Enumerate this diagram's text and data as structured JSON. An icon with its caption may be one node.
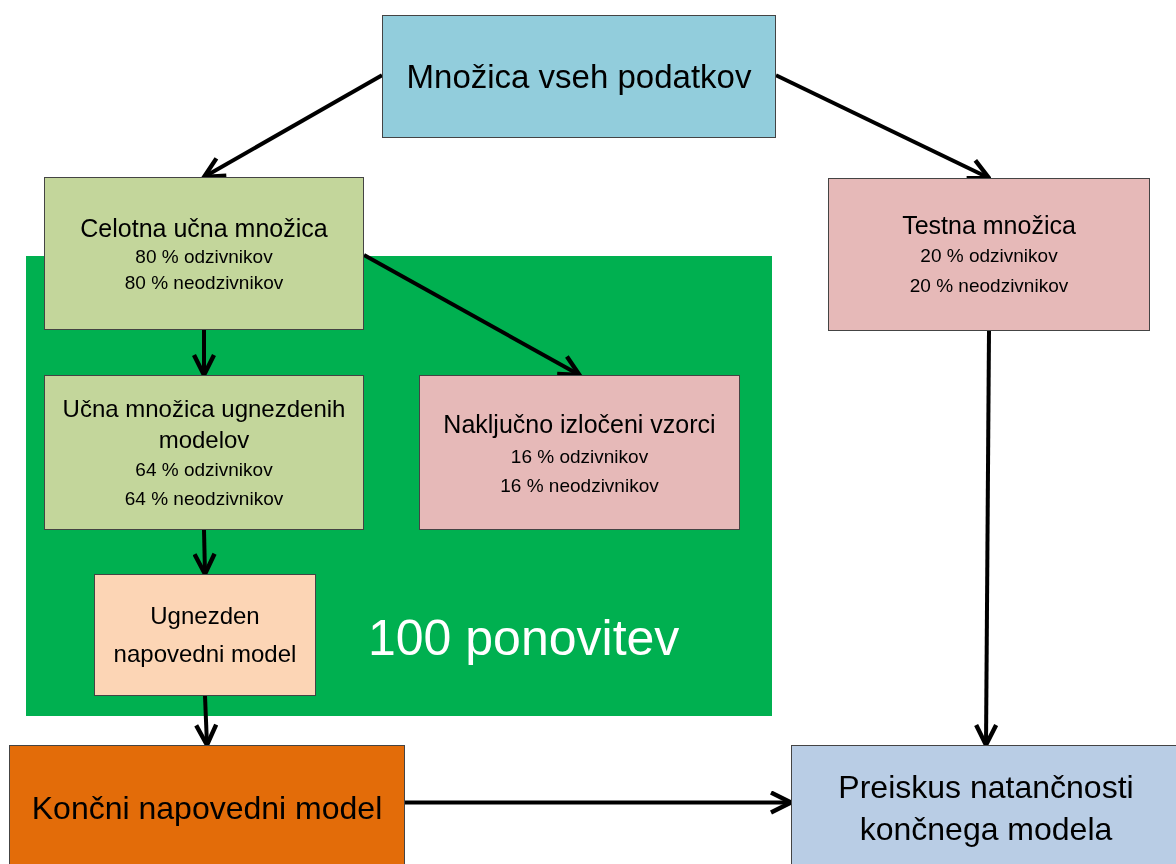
{
  "diagram": {
    "nodes": [
      {
        "text": [
          "Množica vseh podatkov"
        ]
      },
      {
        "text": [
          "Celotna učna množica",
          "80 % odzivnikov",
          "80 % neodzivnikov"
        ]
      },
      {
        "text": [
          "Testna množica",
          "20 % odzivnikov",
          "20 % neodzivnikov"
        ]
      },
      {
        "text": [
          "100 ponovitev"
        ]
      },
      {
        "text": [
          "Učna množica ugnezdenih modelov",
          "64 % odzivnikov",
          "64 % neodzivnikov"
        ],
        "in": 3
      },
      {
        "text": [
          "Naključno izločeni vzorci",
          "16 % odzivnikov",
          "16 % neodzivnikov"
        ],
        "in": 3
      },
      {
        "text": [
          "Ugnezden napovedni model"
        ],
        "in": 3
      },
      {
        "text": [
          "Končni napovedni model"
        ]
      },
      {
        "text": [
          "Preiskus natančnosti končnega modela"
        ]
      }
    ],
    "edges": [
      {
        "from": 0,
        "to": 1,
        "arrow": "to"
      },
      {
        "from": 0,
        "to": 2,
        "arrow": "to"
      },
      {
        "from": 1,
        "to": 4,
        "arrow": "to"
      },
      {
        "from": 1,
        "to": 5,
        "arrow": "to"
      },
      {
        "from": 4,
        "to": 6,
        "arrow": "to"
      },
      {
        "from": 6,
        "to": 7,
        "arrow": "to"
      },
      {
        "from": 2,
        "to": 8,
        "arrow": "to"
      },
      {
        "from": 7,
        "to": 8,
        "arrow": "to"
      }
    ]
  }
}
